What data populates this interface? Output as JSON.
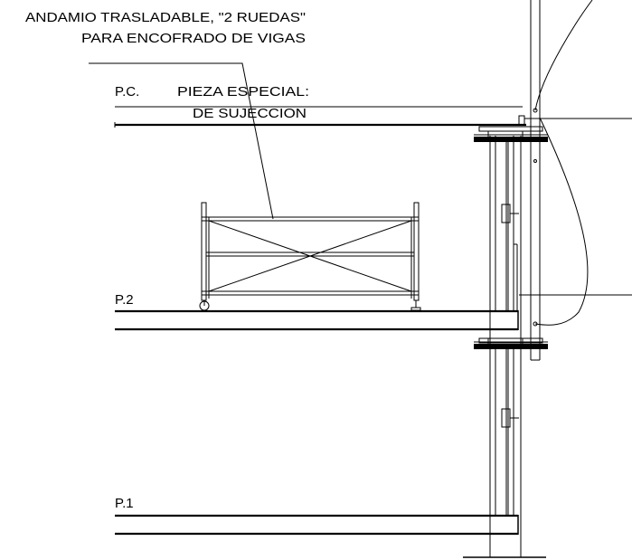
{
  "labels": {
    "title_line1": "ANDAMIO TRASLADABLE, \"2 RUEDAS\"",
    "title_line2": "PARA ENCOFRADO DE VIGAS",
    "pc": "P.C.",
    "piece_line1": "PIEZA ESPECIAL:",
    "piece_line2": "DE SUJECCION",
    "p2": "P.2",
    "p1": "P.1"
  }
}
